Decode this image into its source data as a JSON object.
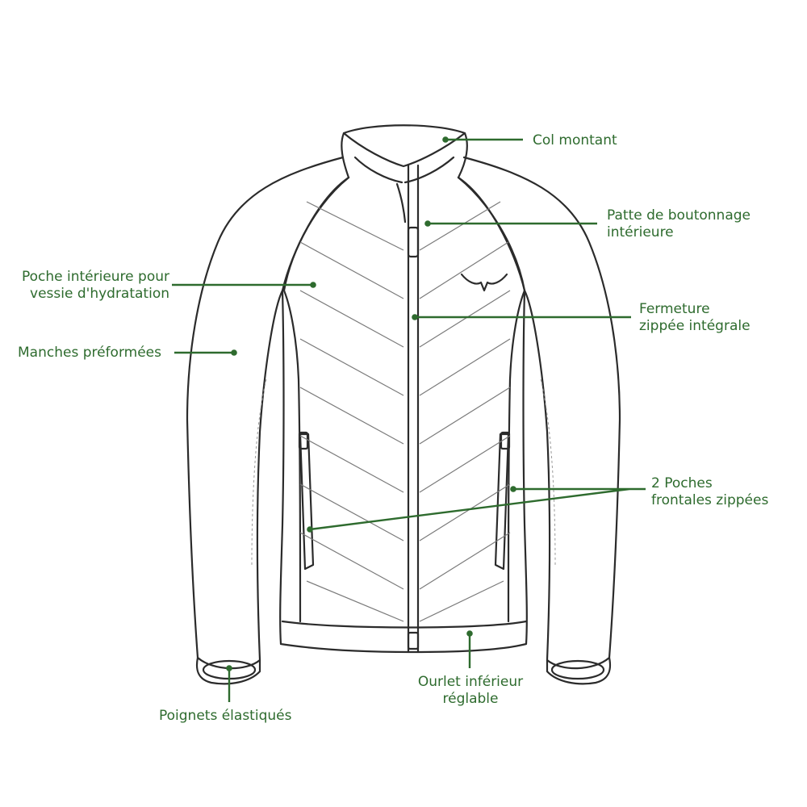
{
  "colors": {
    "annotation": "#2e6b2e",
    "outline": "#2b2b2b",
    "background": "#ffffff"
  },
  "labels": {
    "col_montant": "Col montant",
    "patte": [
      "Patte de boutonnage",
      "intérieure"
    ],
    "poche_hydratation": [
      "Poche intérieure pour",
      "vessie d'hydratation"
    ],
    "fermeture": [
      "Fermeture",
      "zippée intégrale"
    ],
    "manches": "Manches préformées",
    "poches_frontales": [
      "2 Poches",
      "frontales zippées"
    ],
    "ourlet": [
      "Ourlet inférieur",
      "réglable"
    ],
    "poignets": "Poignets élastiqués"
  }
}
